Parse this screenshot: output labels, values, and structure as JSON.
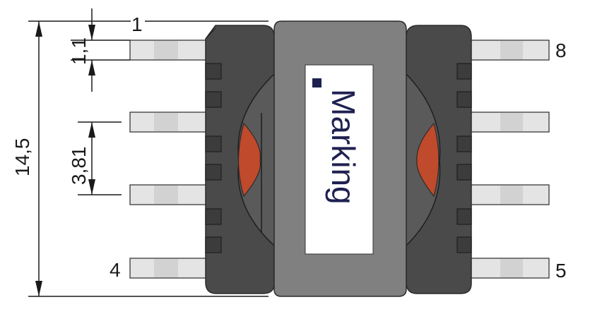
{
  "dimensions": {
    "overall_height": "14,5",
    "pin_width": "1,1",
    "pin_pitch": "3,81"
  },
  "pins": {
    "pin1": "1",
    "pin4": "4",
    "pin5": "5",
    "pin8": "8"
  },
  "component": {
    "marking_text": "Marking"
  },
  "colors": {
    "pins": "#e4e4e4",
    "side_body": "#4a4a4a",
    "core": "#808080",
    "winding": "#bf4a2c",
    "marking_text": "#1e2150"
  }
}
